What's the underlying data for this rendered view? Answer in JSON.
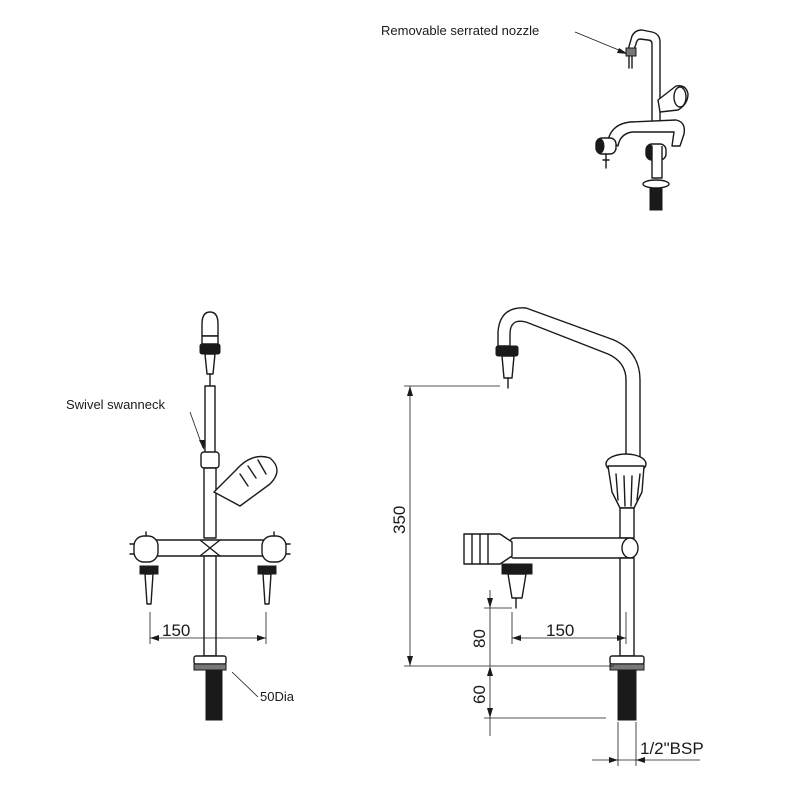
{
  "labels": {
    "nozzle": "Removable serrated nozzle",
    "swanneck": "Swivel swanneck",
    "diameter": "50Dia",
    "thread": "1/2\"BSP"
  },
  "dimensions": {
    "front_width": "150",
    "side_height": "350",
    "side_width": "150",
    "side_outlet": "80",
    "side_shank": "60"
  }
}
